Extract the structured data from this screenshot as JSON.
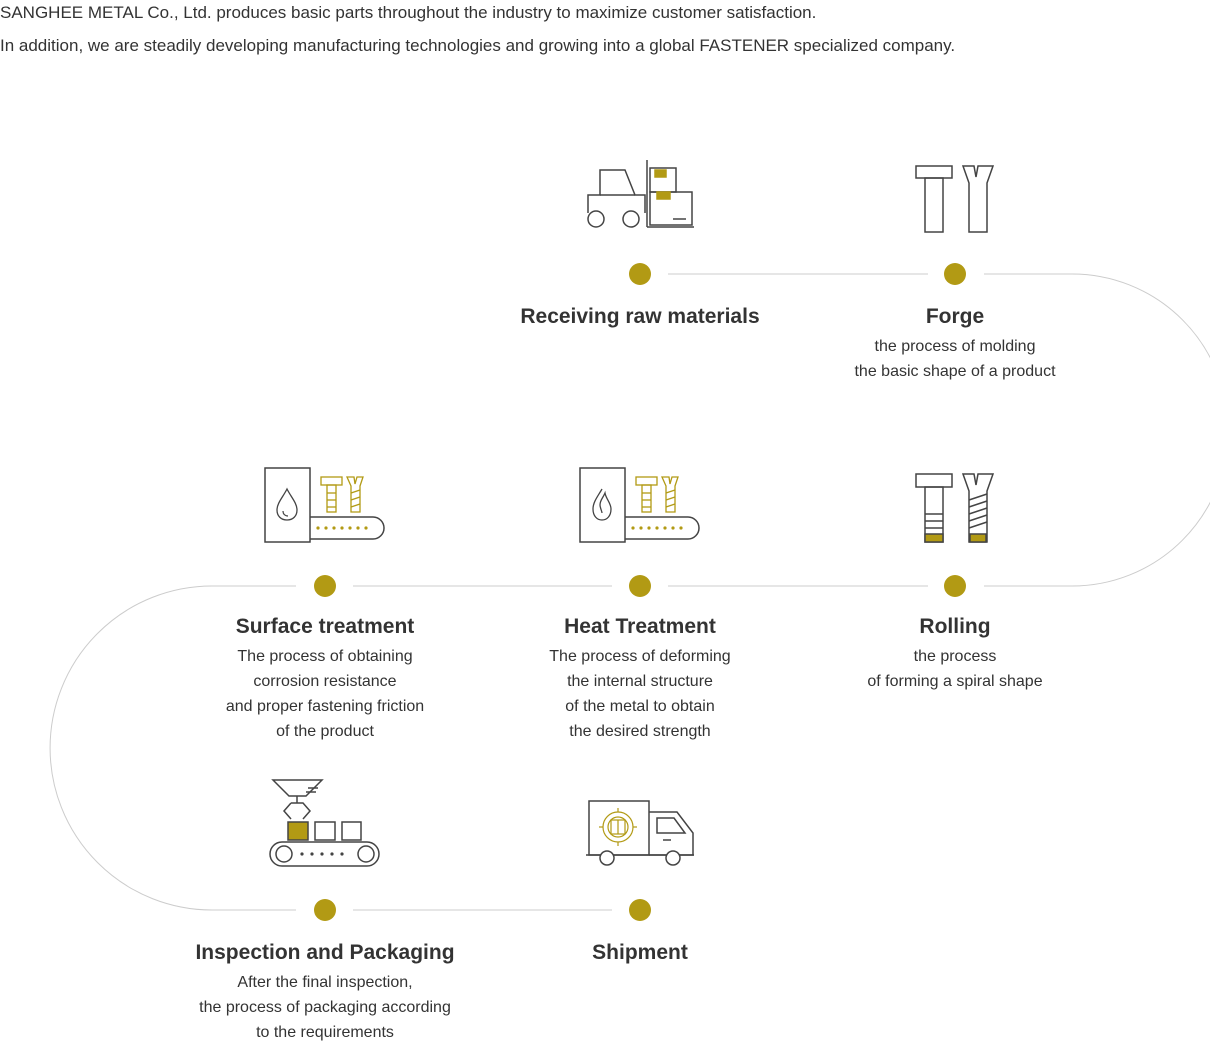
{
  "intro": {
    "line1": "SANGHEE METAL Co., Ltd. produces basic parts throughout the industry to maximize customer satisfaction.",
    "line2": "In addition, we are steadily developing manufacturing technologies and growing into a global FASTENER specialized company."
  },
  "colors": {
    "accent": "#b29a14",
    "line": "#cccccc",
    "icon": "#444444"
  },
  "steps": {
    "receiving": {
      "title": "Receiving raw materials",
      "desc": "",
      "icon": "forklift-icon"
    },
    "forge": {
      "title": "Forge",
      "desc": "the process of molding\nthe basic shape of a product",
      "icon": "bolt-screw-icon"
    },
    "rolling": {
      "title": "Rolling",
      "desc": "the process\nof forming a spiral shape",
      "icon": "threaded-bolt-screw-icon"
    },
    "heat": {
      "title": "Heat Treatment",
      "desc": "The process of deforming\nthe internal structure\nof the metal to obtain\nthe desired strength",
      "icon": "furnace-conveyor-icon"
    },
    "surface": {
      "title": "Surface treatment",
      "desc": "The process of obtaining\ncorrosion resistance\nand proper fastening friction\nof the product",
      "icon": "coating-conveyor-icon"
    },
    "inspection": {
      "title": "Inspection and Packaging",
      "desc": "After the final inspection,\nthe process of packaging according\nto the requirements",
      "icon": "packaging-machine-icon"
    },
    "shipment": {
      "title": "Shipment",
      "desc": "",
      "icon": "delivery-truck-icon"
    }
  }
}
